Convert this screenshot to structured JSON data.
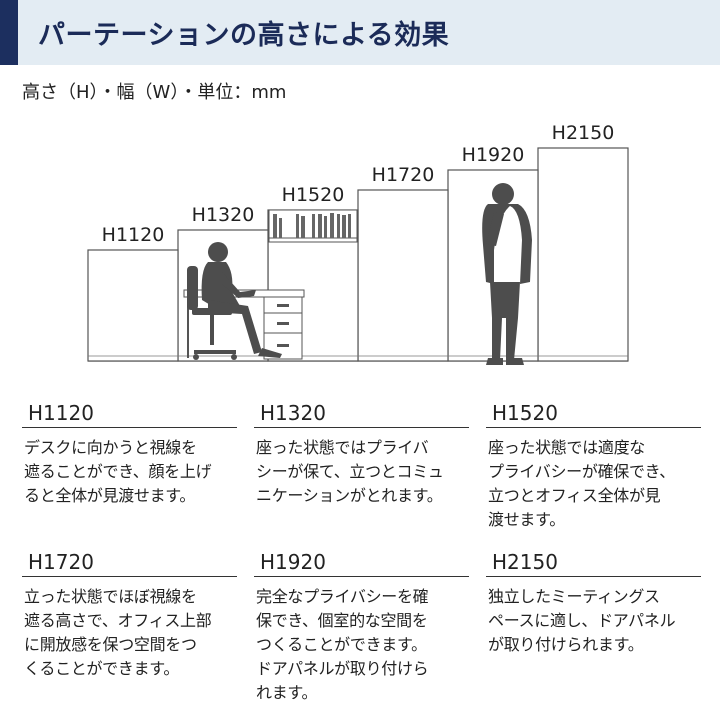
{
  "header": {
    "title": "パーテーションの高さによる効果"
  },
  "units_note": "高さ（H）・幅（W）・単位：mm",
  "diagram": {
    "labels": [
      "H1120",
      "H1320",
      "H1520",
      "H1720",
      "H1920",
      "H2150"
    ]
  },
  "descriptions": [
    {
      "title": "H1120",
      "text": "デスクに向かうと視線を\n遮ることができ、顔を上げ\nると全体が見渡せます。"
    },
    {
      "title": "H1320",
      "text": "座った状態ではプライバ\nシーが保て、立つとコミュ\nニケーションがとれます。"
    },
    {
      "title": "H1520",
      "text": "座った状態では適度な\nプライバシーが確保でき、\n立つとオフィス全体が見\n渡せます。"
    },
    {
      "title": "H1720",
      "text": "立った状態でほぼ視線を\n遮る高さで、オフィス上部\nに開放感を保つ空間をつ\nくることができます。"
    },
    {
      "title": "H1920",
      "text": "完全なプライバシーを確\n保でき、個室的な空間を\nつくることができます。\nドアパネルが取り付けら\nれます。"
    },
    {
      "title": "H2150",
      "text": "独立したミーティングス\nペースに適し、ドアパネル\nが取り付けられます。"
    }
  ]
}
